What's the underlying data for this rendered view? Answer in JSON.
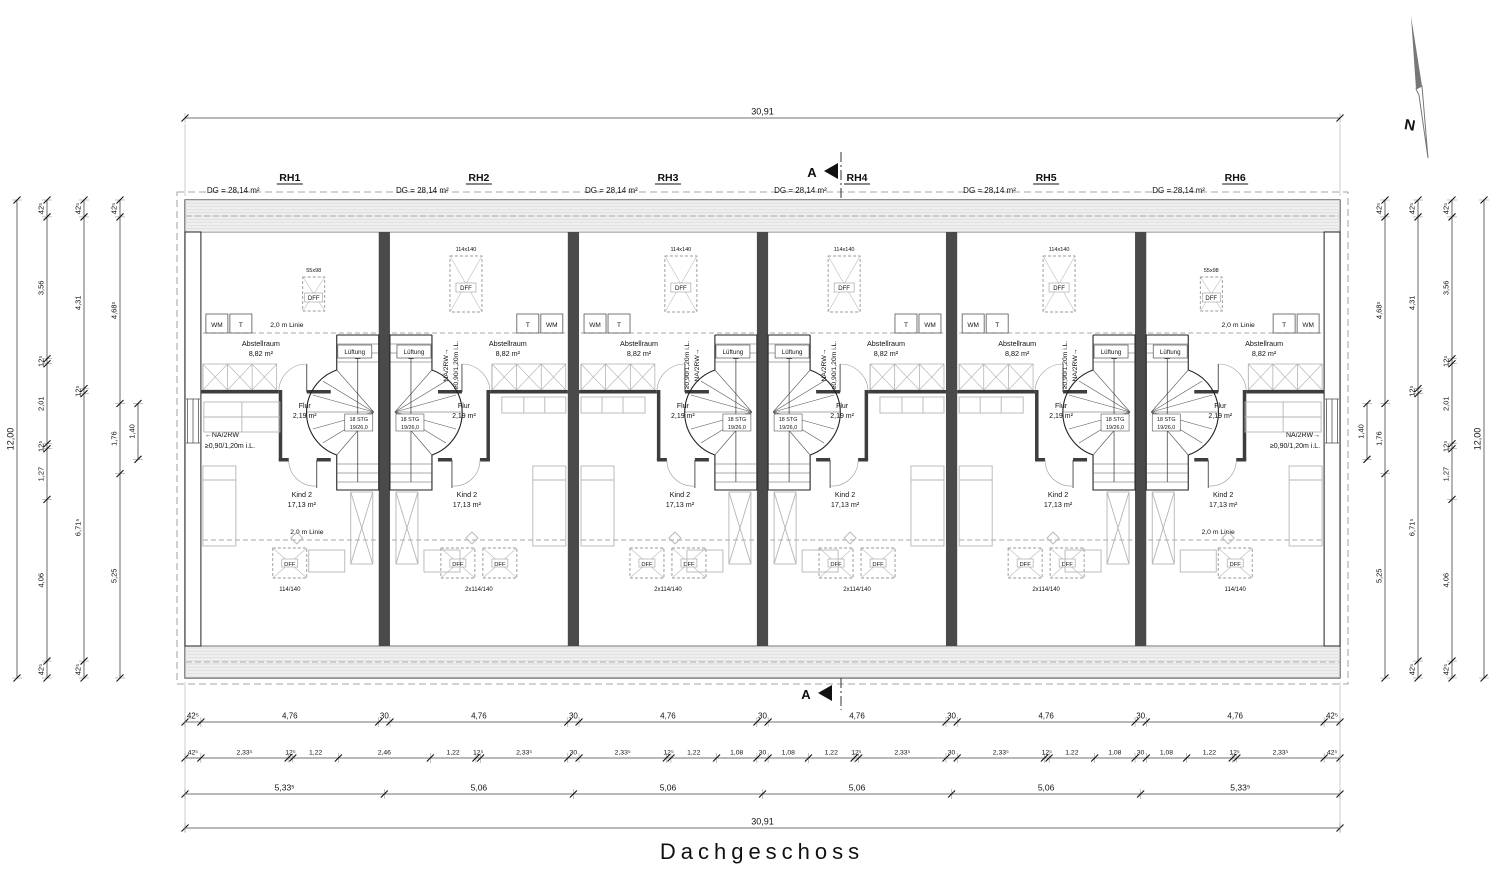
{
  "title": "Dachgeschoss",
  "north": {
    "label": "N"
  },
  "section_marker": {
    "letter": "A"
  },
  "plan": {
    "units": [
      {
        "name": "RH1",
        "area": "DG = 28,14 m²",
        "mirrored": false,
        "variant": "end",
        "dff_top_size": "55x98",
        "dff_bottom_size": "114/140",
        "linie_top_label": true,
        "linie_bottom_label": true,
        "na_horizontal": "left"
      },
      {
        "name": "RH2",
        "area": "DG = 28,14 m²",
        "mirrored": true,
        "variant": "mid",
        "dff_top_size": "114x140",
        "dff_bottom_size": "2x114/140",
        "na_vertical": true
      },
      {
        "name": "RH3",
        "area": "DG = 28,14 m²",
        "mirrored": false,
        "variant": "mid",
        "dff_top_size": "114x140",
        "dff_bottom_size": "2x114/140",
        "na_vertical": true
      },
      {
        "name": "RH4",
        "area": "DG = 28,14 m²",
        "mirrored": true,
        "variant": "mid",
        "dff_top_size": "114x140",
        "dff_bottom_size": "2x114/140",
        "na_vertical": true
      },
      {
        "name": "RH5",
        "area": "DG = 28,14 m²",
        "mirrored": false,
        "variant": "mid",
        "dff_top_size": "114x140",
        "dff_bottom_size": "2x114/140",
        "na_vertical": true
      },
      {
        "name": "RH6",
        "area": "DG = 28,14 m²",
        "mirrored": true,
        "variant": "end",
        "dff_top_size": "55x98",
        "dff_bottom_size": "114/140",
        "linie_top_label": true,
        "linie_bottom_label": true,
        "na_horizontal": "right"
      }
    ],
    "rooms": {
      "abstellraum": {
        "name": "Abstellraum",
        "area": "8,82 m²"
      },
      "flur": {
        "name": "Flur",
        "area": "2,19 m²"
      },
      "kind": {
        "name": "Kind 2",
        "area": "17,13 m²"
      }
    },
    "labels": {
      "wm": "WM",
      "t": "T",
      "dff": "DFF",
      "lueftung": "Lüftung",
      "linie": "2,0 m Linie",
      "na_left": "←NA/2RW",
      "na_right": "NA/2RW→",
      "na_up": "NA/2RW→",
      "na_clearance": "≥0,90/1,20m i.L.",
      "stair_line1": "18 STG",
      "stair_line2": "19/26,0"
    }
  },
  "dimensions": {
    "top_total": [
      "30,91"
    ],
    "bottom_row_units": [
      "42⁵",
      "4,76",
      "30",
      "4,76",
      "30",
      "4,76",
      "30",
      "4,76",
      "30",
      "4,76",
      "30",
      "4,76",
      "42⁵"
    ],
    "bottom_row_detail": [
      "42⁵",
      "2,33⁵",
      "12⁵",
      "1,22",
      "2,46",
      "1,22",
      "12⁵",
      "2,33⁵",
      "30",
      "2,33⁵",
      "12⁵",
      "1,22",
      "1,08",
      "30",
      "1,08",
      "1,22",
      "12⁵",
      "2,33⁵",
      "30",
      "2,33⁵",
      "12⁵",
      "1,22",
      "1,08",
      "30",
      "1,08",
      "1,22",
      "12⁵",
      "2,33⁵",
      "42⁵"
    ],
    "bottom_row_houses": [
      "5,33⁵",
      "5,06",
      "5,06",
      "5,06",
      "5,06",
      "5,33⁵"
    ],
    "bottom_total": [
      "30,91"
    ],
    "side_total": [
      "12,00"
    ],
    "side_chain_outer": [
      "42⁵",
      "3,56",
      "12⁵",
      "2,01",
      "12⁵",
      "1,27",
      "4,06",
      "42⁵"
    ],
    "side_chain_middle": [
      "42⁵",
      "4,31",
      "12⁵",
      "6,71⁵",
      "42⁵"
    ],
    "side_chain_inner": [
      "42⁵",
      "4,68⁵",
      "1,76",
      "5,25"
    ],
    "side_stair_opening": [
      "1,40"
    ]
  }
}
